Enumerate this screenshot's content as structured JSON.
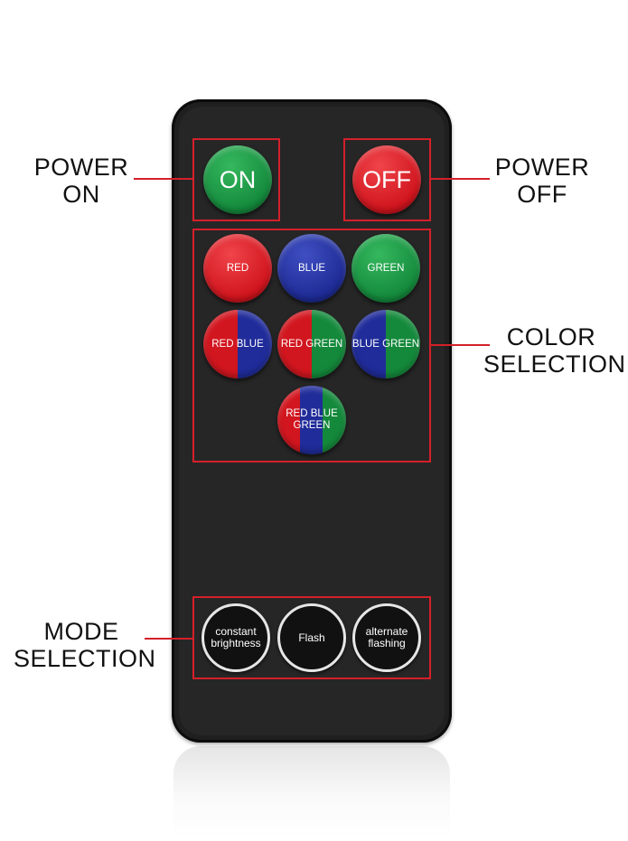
{
  "callouts": {
    "power_on": [
      "POWER",
      "ON"
    ],
    "power_off": [
      "POWER",
      "OFF"
    ],
    "color_selection": [
      "COLOR",
      "SELECTION"
    ],
    "mode_selection": [
      "MODE",
      "SELECTION"
    ]
  },
  "buttons": {
    "on": "ON",
    "off": "OFF",
    "colors": [
      "RED",
      "BLUE",
      "GREEN",
      "RED BLUE",
      "RED GREEN",
      "BLUE GREEN"
    ],
    "tri_color": [
      "RED BLUE",
      "GREEN"
    ],
    "modes": [
      [
        "constant",
        "brightness"
      ],
      [
        "Flash"
      ],
      [
        "alternate",
        "flashing"
      ]
    ]
  },
  "colors": {
    "accent_red": "#d4202a",
    "remote_body": "#1f1f1f",
    "button_red": "#d0141d",
    "button_green": "#148a3c",
    "button_blue": "#1e2b95"
  }
}
